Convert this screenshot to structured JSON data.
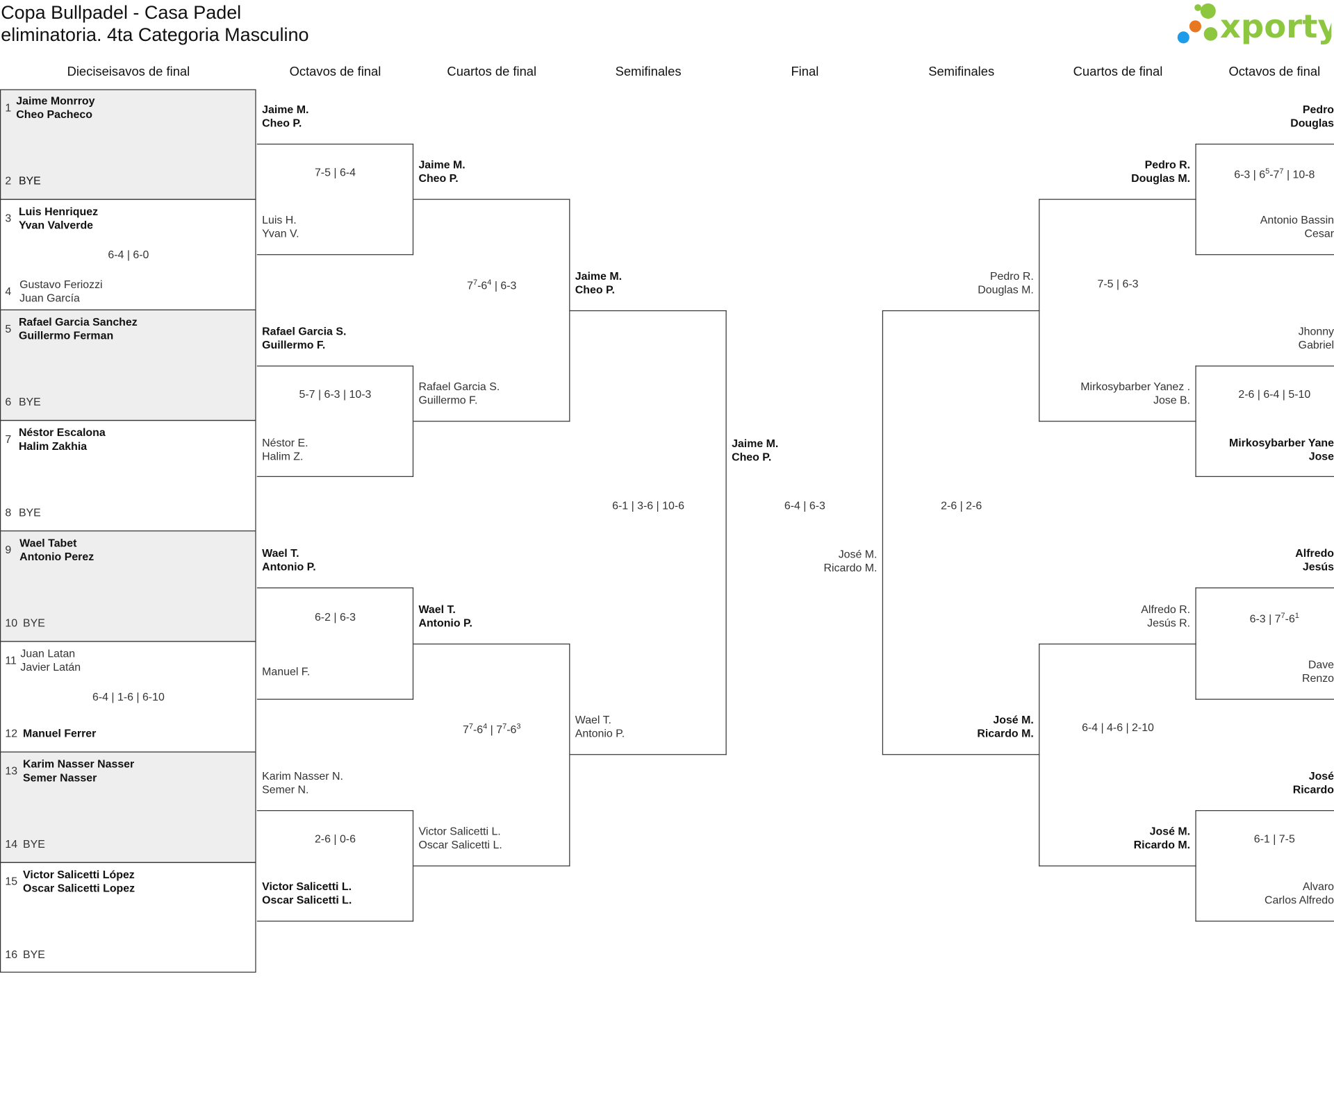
{
  "title": {
    "line1": "Copa Bullpadel - Casa Padel",
    "line2": "eliminatoria. 4ta Categoria Masculino"
  },
  "logo": {
    "text": "xporty",
    "colors": [
      "#8dc63f",
      "#e87722",
      "#1e9be9"
    ]
  },
  "rounds": [
    "Dieciseisavos de final",
    "Octavos de final",
    "Cuartos de final",
    "Semifinales",
    "Final",
    "Semifinales",
    "Cuartos de final",
    "Octavos de final"
  ],
  "r32": {
    "s1": {
      "num": "1",
      "p1": "Jaime Monrroy",
      "p2": "Cheo Pacheco"
    },
    "s2": {
      "num": "2",
      "p1": "BYE"
    },
    "s3": {
      "num": "3",
      "p1": "Luis Henriquez",
      "p2": "Yvan Valverde"
    },
    "s4": {
      "num": "4",
      "p1": "Gustavo Feriozzi",
      "p2": "Juan García"
    },
    "s5": {
      "num": "5",
      "p1": "Rafael Garcia Sanchez",
      "p2": "Guillermo Ferman"
    },
    "s6": {
      "num": "6",
      "p1": "BYE"
    },
    "s7": {
      "num": "7",
      "p1": "Néstor Escalona",
      "p2": "Halim Zakhia"
    },
    "s8": {
      "num": "8",
      "p1": "BYE"
    },
    "s9": {
      "num": "9",
      "p1": "Wael Tabet",
      "p2": "Antonio Perez"
    },
    "s10": {
      "num": "10",
      "p1": "BYE"
    },
    "s11": {
      "num": "11",
      "p1": "Juan Latan",
      "p2": "Javier Latán"
    },
    "s12": {
      "num": "12",
      "p1": "Manuel Ferrer"
    },
    "s13": {
      "num": "13",
      "p1": "Karim Nasser Nasser",
      "p2": "Semer Nasser"
    },
    "s14": {
      "num": "14",
      "p1": "BYE"
    },
    "s15": {
      "num": "15",
      "p1": "Victor Salicetti López",
      "p2": "Oscar Salicetti Lopez"
    },
    "s16": {
      "num": "16",
      "p1": "BYE"
    },
    "score_m2": "6-4 | 6-0",
    "score_m6": "6-4 | 1-6 | 6-10"
  },
  "r16": {
    "t1": {
      "p1": "Jaime M.",
      "p2": "Cheo P."
    },
    "t2": {
      "p1": "Luis H.",
      "p2": "Yvan V."
    },
    "t3": {
      "p1": "Rafael Garcia S.",
      "p2": "Guillermo F."
    },
    "t4": {
      "p1": "Néstor E.",
      "p2": "Halim Z."
    },
    "t5": {
      "p1": "Wael T.",
      "p2": "Antonio P."
    },
    "t6": {
      "p1": "Manuel F."
    },
    "t7": {
      "p1": "Karim Nasser N.",
      "p2": "Semer N."
    },
    "t8": {
      "p1": "Victor Salicetti L.",
      "p2": "Oscar Salicetti L."
    },
    "score1": "7-5 | 6-4",
    "score2": "5-7 | 6-3 | 10-3",
    "score3": "6-2 | 6-3",
    "score4": "2-6 | 0-6"
  },
  "qf": {
    "t1": {
      "p1": "Jaime M.",
      "p2": "Cheo P."
    },
    "t2": {
      "p1": "Rafael Garcia S.",
      "p2": "Guillermo F."
    },
    "t3": {
      "p1": "Wael T.",
      "p2": "Antonio P."
    },
    "t4": {
      "p1": "Victor Salicetti L.",
      "p2": "Oscar Salicetti L."
    },
    "score1": {
      "a": "7",
      "a_tb": "7",
      "b": "-6",
      "b_tb": "4",
      "rest": " | 6-3"
    },
    "score2": {
      "a": "7",
      "a_tb": "7",
      "b": "-6",
      "b_tb": "4",
      "c": " | 7",
      "c_tb": "7",
      "d": "-6",
      "d_tb": "3"
    }
  },
  "sf": {
    "t1": {
      "p1": "Jaime M.",
      "p2": "Cheo P."
    },
    "t2": {
      "p1": "Wael T.",
      "p2": "Antonio P."
    },
    "score": "6-1 | 3-6 | 10-6"
  },
  "final": {
    "t1": {
      "p1": "Jaime M.",
      "p2": "Cheo P."
    },
    "t2": {
      "p1": "José M.",
      "p2": "Ricardo M."
    },
    "score": "6-4 | 6-3"
  },
  "sf_r": {
    "t1": {
      "p1": "Pedro R.",
      "p2": "Douglas M."
    },
    "t2": {
      "p1": "José M.",
      "p2": "Ricardo M."
    },
    "score": "2-6 | 2-6"
  },
  "qf_r": {
    "t1": {
      "p1": "Pedro R.",
      "p2": "Douglas M."
    },
    "t2": {
      "p1": "Mirkosybarber Yanez .",
      "p2": "Jose B."
    },
    "t3": {
      "p1": "Alfredo R.",
      "p2": "Jesús R."
    },
    "t4": {
      "p1": "José M.",
      "p2": "Ricardo M."
    },
    "score1": "7-5 | 6-3",
    "score2": "6-4 | 4-6 | 2-10"
  },
  "r16_r": {
    "t1": {
      "p1": "Pedro",
      "p2": "Douglas"
    },
    "t2": {
      "p1": "Antonio Bassin",
      "p2": "Cesar"
    },
    "t3": {
      "p1": "Jhonny",
      "p2": "Gabriel"
    },
    "t4": {
      "p1": "Mirkosybarber Yane",
      "p2": "Jose"
    },
    "t5": {
      "p1": "Alfredo",
      "p2": "Jesús"
    },
    "t6": {
      "p1": "Dave",
      "p2": "Renzo"
    },
    "t7": {
      "p1": "José",
      "p2": "Ricardo"
    },
    "t8": {
      "p1": "Alvaro",
      "p2": "Carlos Alfredo"
    },
    "score1": {
      "a": "6-3 | 6",
      "a_tb": "5",
      "b": "-7",
      "b_tb": "7",
      "rest": " | 10-8"
    },
    "score2": "2-6 | 6-4 | 5-10",
    "score3": {
      "a": "6-3 | 7",
      "a_tb": "7",
      "b": "-6",
      "b_tb": "1"
    },
    "score4": "6-1 | 7-5"
  }
}
